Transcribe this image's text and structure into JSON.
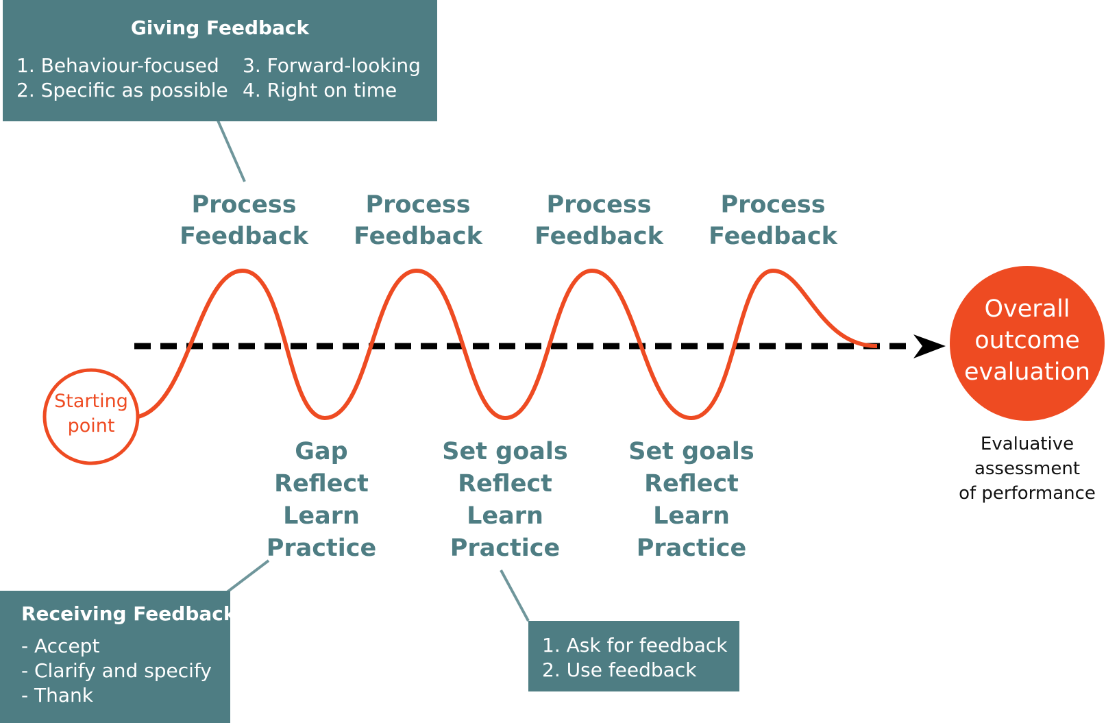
{
  "colors": {
    "teal": "#4e7d83",
    "orange": "#ee4b22",
    "arrow": "#000000"
  },
  "giving_box": {
    "title": "Giving Feedback",
    "col1": [
      "1. Behaviour-focused",
      "2. Specific as possible"
    ],
    "col2": [
      "3. Forward-looking",
      "4. Right on time"
    ]
  },
  "peaks": [
    {
      "line1": "Process",
      "line2": "Feedback"
    },
    {
      "line1": "Process",
      "line2": "Feedback"
    },
    {
      "line1": "Process",
      "line2": "Feedback"
    },
    {
      "line1": "Process",
      "line2": "Feedback"
    }
  ],
  "troughs": [
    {
      "lines": [
        "Gap",
        "Reflect",
        "Learn",
        "Practice"
      ]
    },
    {
      "lines": [
        "Set goals",
        "Reflect",
        "Learn",
        "Practice"
      ]
    },
    {
      "lines": [
        "Set goals",
        "Reflect",
        "Learn",
        "Practice"
      ]
    }
  ],
  "start": {
    "line1": "Starting",
    "line2": "point"
  },
  "outcome": {
    "line1": "Overall",
    "line2": "outcome",
    "line3": "evaluation",
    "sub": [
      "Evaluative",
      "assessment",
      "of performance"
    ]
  },
  "receiving_box": {
    "title": "Receiving Feedback",
    "items": [
      "- Accept",
      "- Clarify and specify",
      "- Thank"
    ]
  },
  "ask_box": {
    "items": [
      "1. Ask for feedback",
      "2. Use feedback"
    ]
  }
}
